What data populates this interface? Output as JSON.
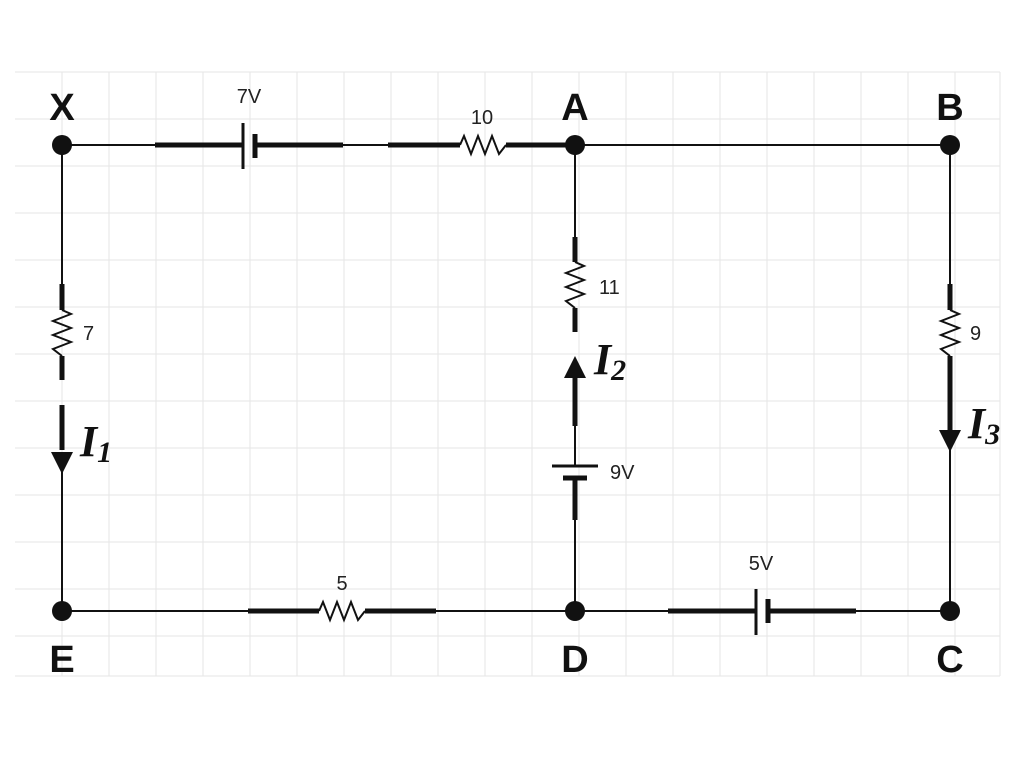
{
  "nodes": {
    "X": "X",
    "A": "A",
    "B": "B",
    "C": "C",
    "D": "D",
    "E": "E"
  },
  "components": {
    "battery_xa": "7V",
    "resistor_xa": "10",
    "resistor_ad": "11",
    "battery_ad": "9V",
    "resistor_bc": "9",
    "resistor_xe": "7",
    "resistor_ed": "5",
    "battery_dc": "5V"
  },
  "currents": {
    "I1": {
      "main": "I",
      "sub": "1"
    },
    "I2": {
      "main": "I",
      "sub": "2"
    },
    "I3": {
      "main": "I",
      "sub": "3"
    }
  },
  "colors": {
    "wire": "#111111",
    "grid": "#e6e6e6",
    "background": "#ffffff"
  }
}
